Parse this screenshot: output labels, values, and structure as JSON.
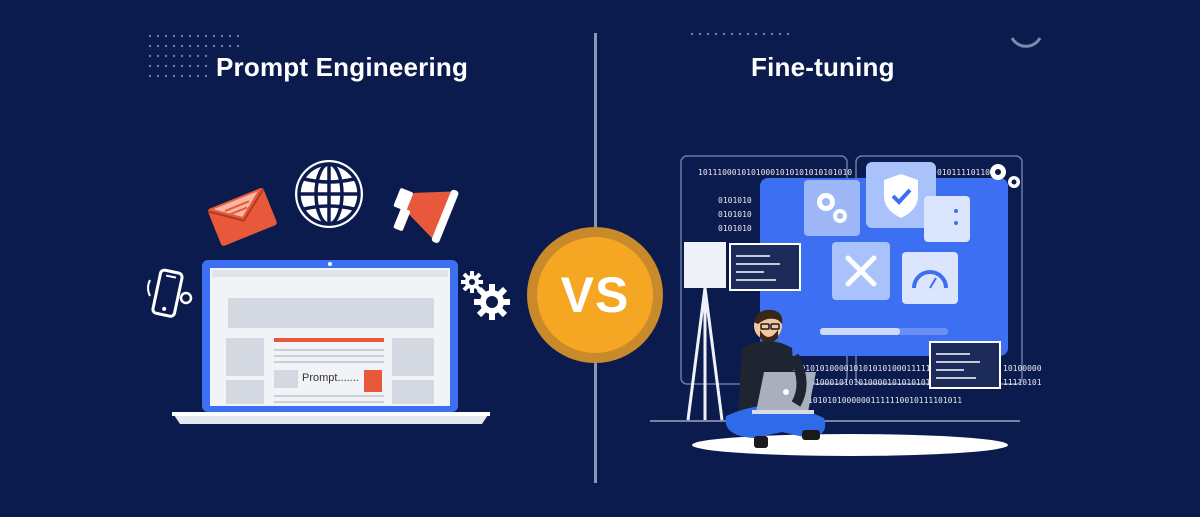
{
  "left_title": "Prompt Engineering",
  "right_title": "Fine-tuning",
  "vs_label": "VS",
  "prompt_placeholder": "Prompt.......",
  "binary": {
    "line1": "10111000101010001010101010101010",
    "line2": "01011110110",
    "line3": "0101010",
    "line4": "0101010",
    "line5": "0101010",
    "line6": "0000101010000101010101000111111",
    "line7": "1010101000101010100001010101011",
    "line8": "10101010000001111110010111101011",
    "line9": "10100000",
    "line10": "11110101"
  },
  "colors": {
    "background": "#0c1b4d",
    "accent_orange": "#f5a623",
    "accent_blue": "#3d6ff2",
    "red": "#e8593b"
  }
}
